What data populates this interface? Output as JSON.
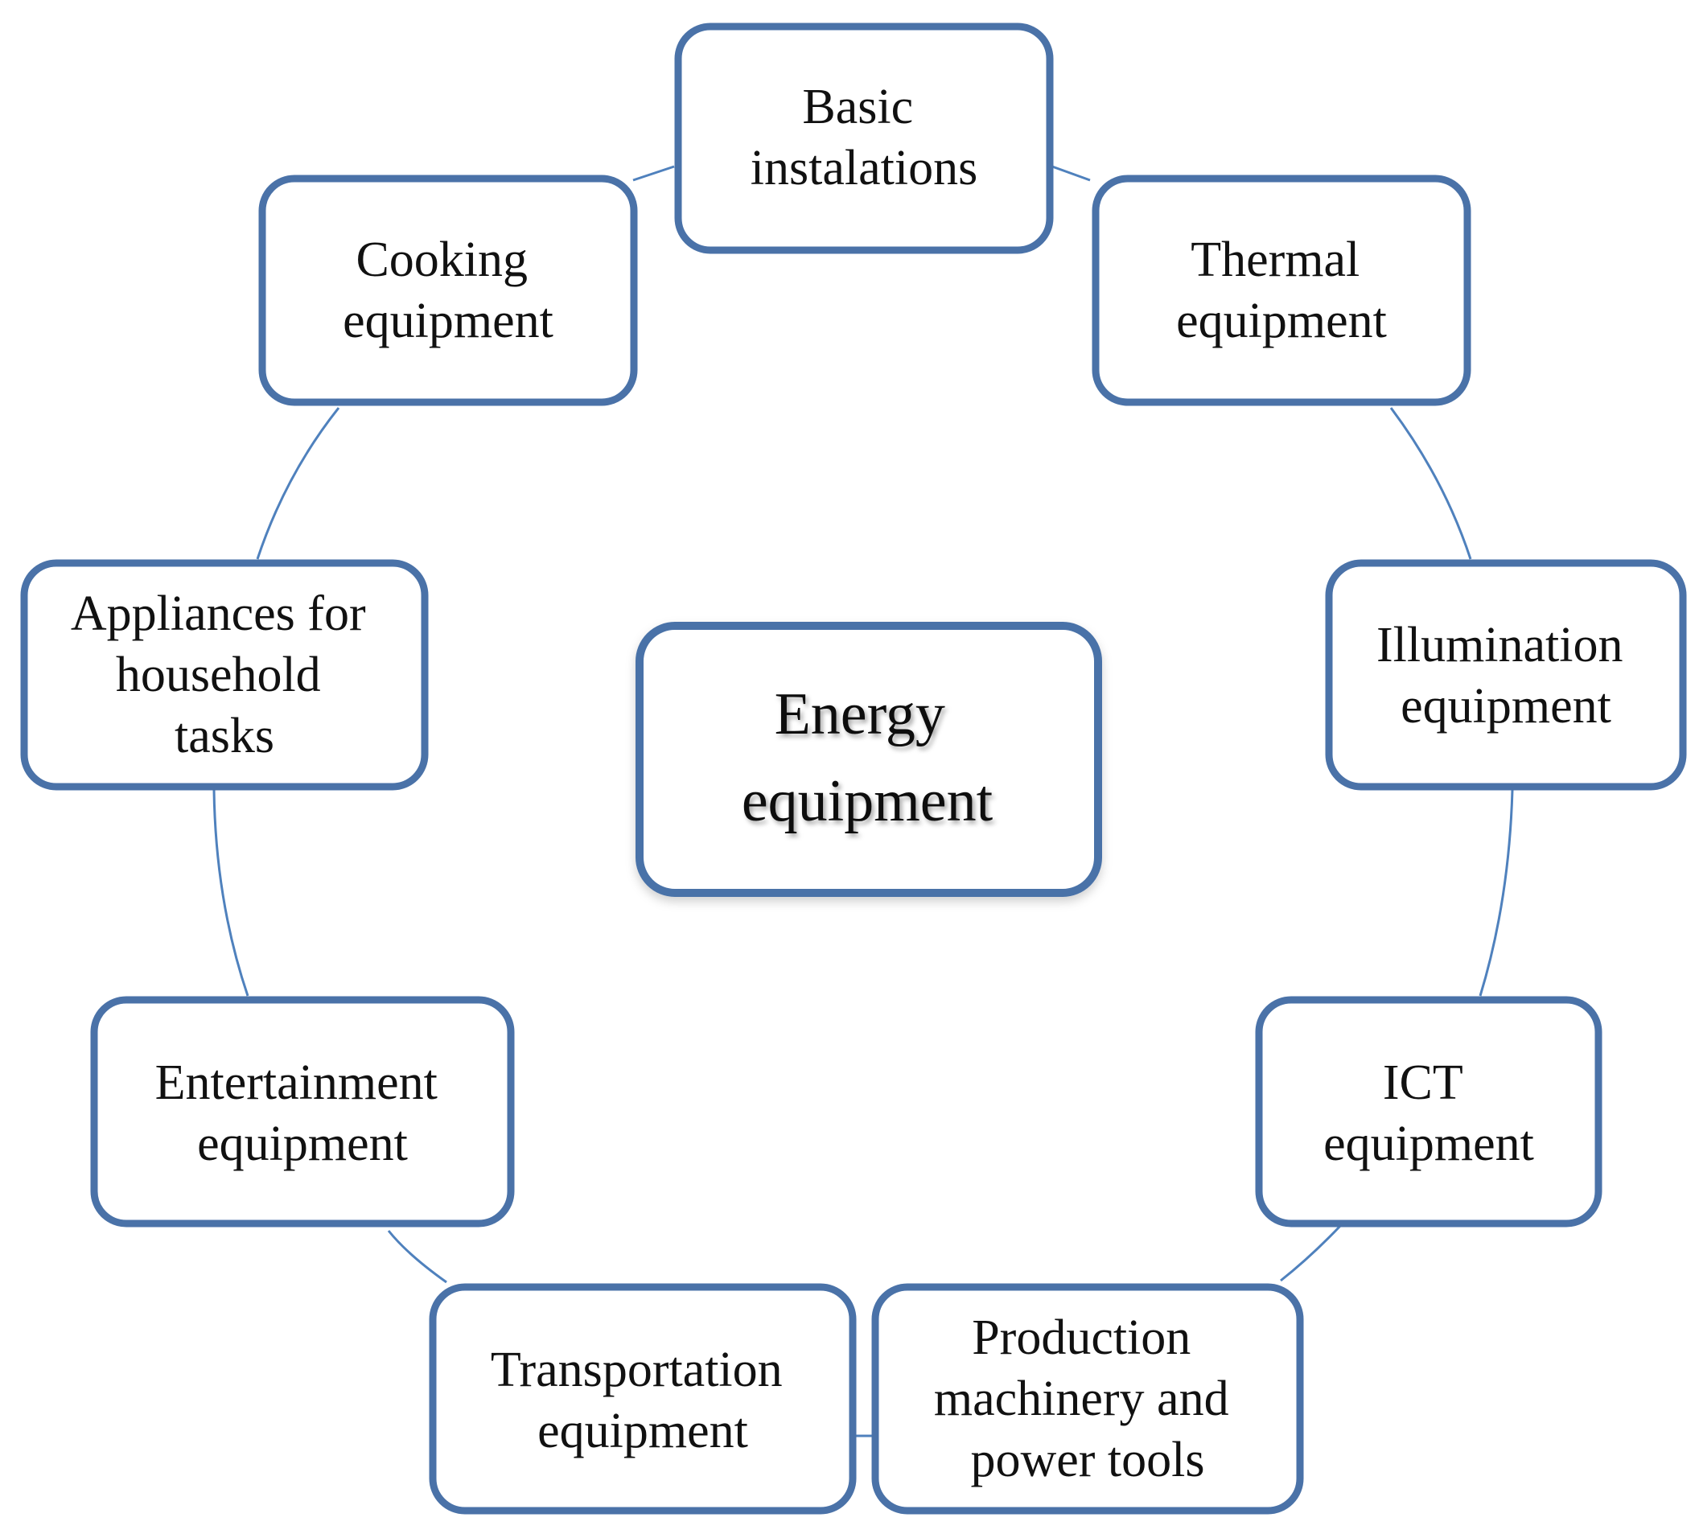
{
  "diagram": {
    "center": {
      "lines": [
        "Energy",
        "equipment"
      ]
    },
    "nodes": [
      {
        "id": "basic-instalations",
        "lines": [
          "Basic",
          "instalations"
        ]
      },
      {
        "id": "thermal-equipment",
        "lines": [
          "Thermal",
          "equipment"
        ]
      },
      {
        "id": "illumination-equipment",
        "lines": [
          "Illumination",
          "equipment"
        ]
      },
      {
        "id": "ict-equipment",
        "lines": [
          "ICT",
          "equipment"
        ]
      },
      {
        "id": "production-machinery",
        "lines": [
          "Production",
          "machinery and",
          "power tools"
        ]
      },
      {
        "id": "transportation-equipment",
        "lines": [
          "Transportation",
          "equipment"
        ]
      },
      {
        "id": "entertainment-equipment",
        "lines": [
          "Entertainment",
          "equipment"
        ]
      },
      {
        "id": "household-appliances",
        "lines": [
          "Appliances for",
          "household",
          "tasks"
        ]
      },
      {
        "id": "cooking-equipment",
        "lines": [
          "Cooking",
          "equipment"
        ]
      }
    ],
    "colors": {
      "box_border": "#4a72a8",
      "connector": "#4f81bd",
      "text": "#111111"
    }
  }
}
